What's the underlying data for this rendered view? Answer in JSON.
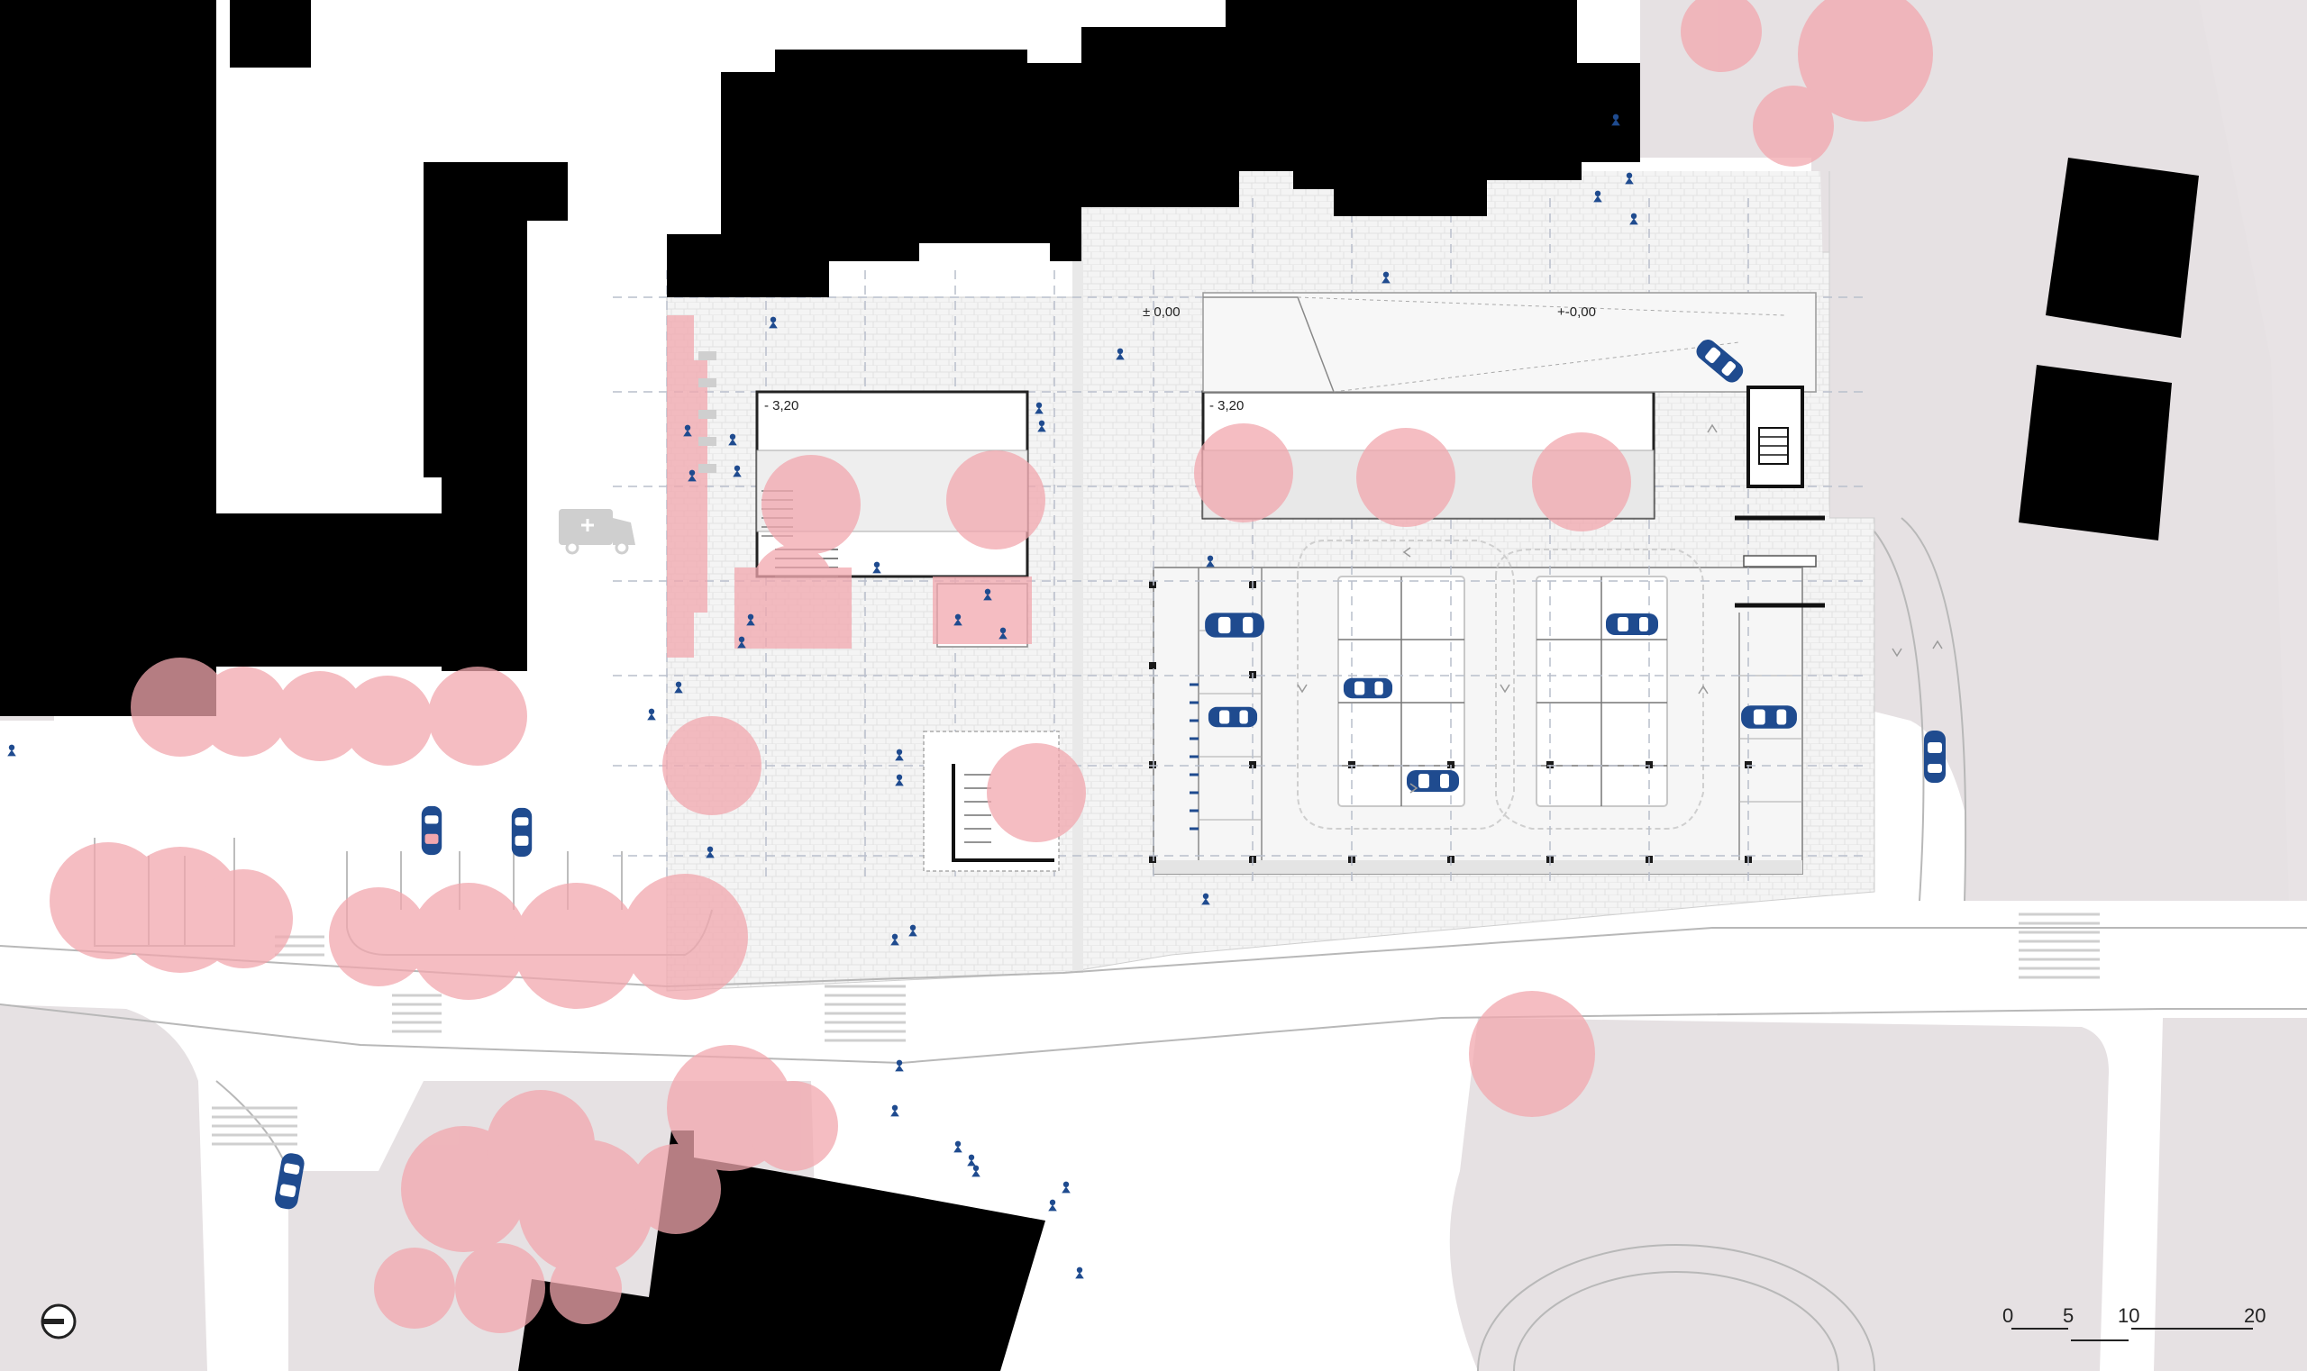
{
  "levels": {
    "lower_left": "- 3,20",
    "lower_right": "- 3,20",
    "ground_left": "± 0,00",
    "ground_right": "+-0,00"
  },
  "scale_bar": {
    "ticks": [
      "0",
      "5",
      "10",
      "20"
    ]
  },
  "icons": [
    "north-arrow-icon",
    "ambulance-icon",
    "car-icon",
    "person-icon",
    "tree-icon",
    "stair-icon"
  ],
  "colors": {
    "building": "#000000",
    "tree": "#f2a7ae",
    "street_block": "#e6e1e3",
    "paving": "#f1f1f1",
    "car": "#1f4b8f",
    "ambulance": "#cfcfcf"
  }
}
